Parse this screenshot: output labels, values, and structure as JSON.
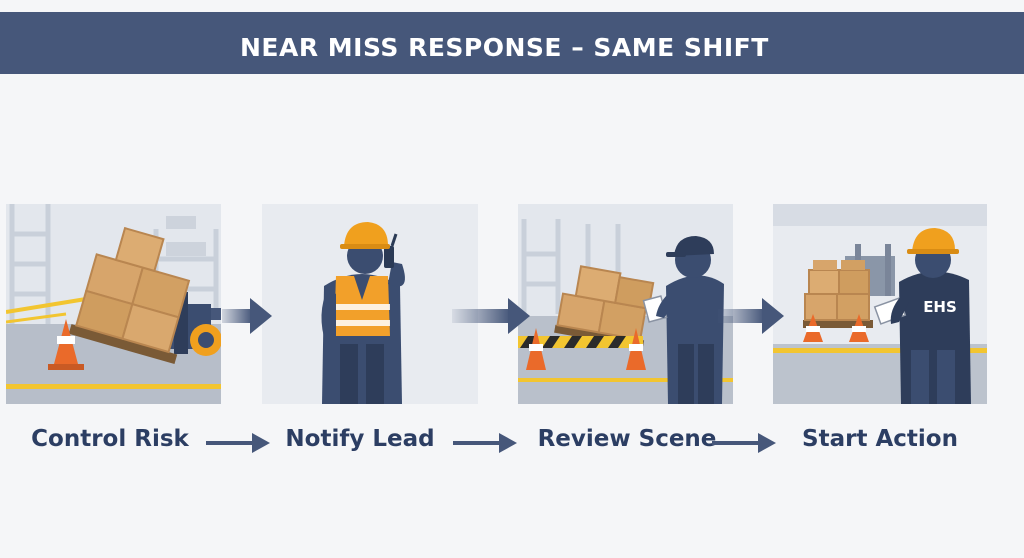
{
  "title": "NEAR MISS RESPONSE – SAME SHIFT",
  "steps": [
    {
      "label": "Control Risk",
      "icon": "tipped-pallet-forklift-illustration"
    },
    {
      "label": "Notify Lead",
      "icon": "worker-radio-illustration"
    },
    {
      "label": "Review Scene",
      "icon": "supervisor-clipboard-illustration"
    },
    {
      "label": "Start Action",
      "icon": "ehs-officer-illustration",
      "badge": "EHS"
    }
  ],
  "colors": {
    "header": "#46577a",
    "text": "#2c3e63",
    "arrow": "#46577a",
    "hardhat": "#f0a01e",
    "vest": "#f2a02a",
    "cone": "#ea6a2a",
    "floor_line": "#f2c530",
    "worker": "#3b4d70"
  }
}
